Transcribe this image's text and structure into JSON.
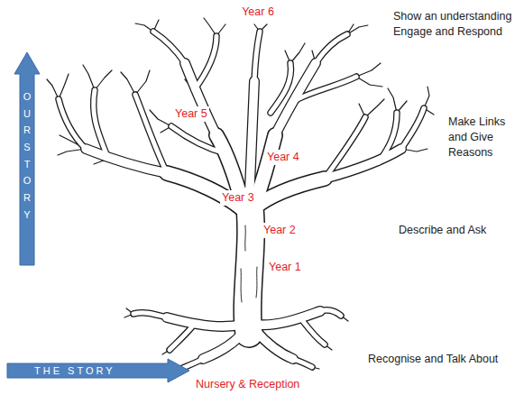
{
  "diagram": {
    "nodes": [
      {
        "text": [
          "OUR STORY"
        ]
      },
      {
        "text": [
          "THE STORY"
        ]
      }
    ],
    "labels": [
      "Year 6",
      "Show an understanding Engage and Respond",
      "Year 5",
      "Make Links and Give Reasons",
      "Year 4",
      "Year 3",
      "Year 2",
      "Describe and Ask",
      "Year 1",
      "Recognise and Talk About",
      "Nursery & Reception"
    ]
  }
}
